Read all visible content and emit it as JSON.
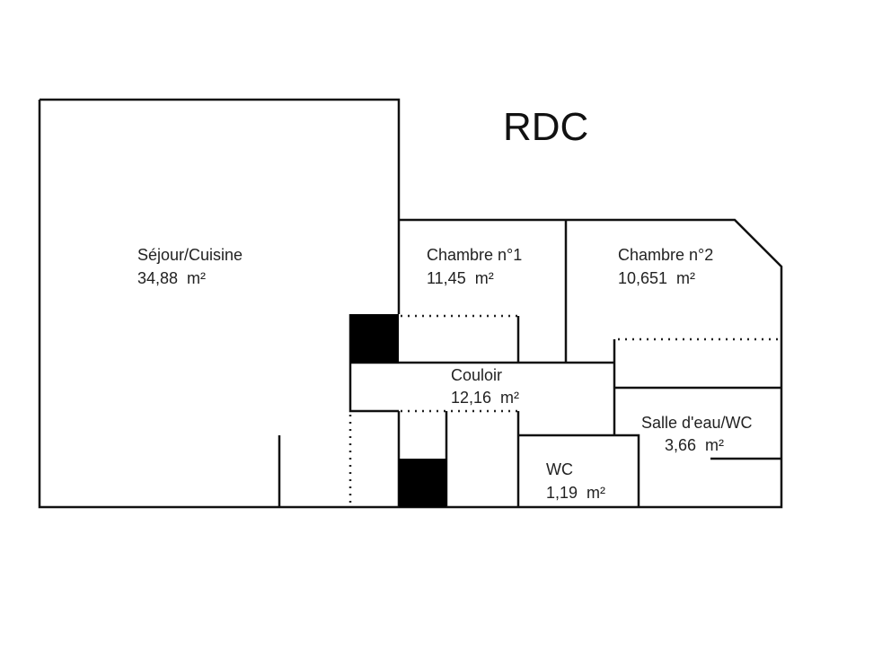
{
  "title": "RDC",
  "rooms": [
    {
      "name": "Séjour/Cuisine",
      "area": "34,88  m²"
    },
    {
      "name": "Chambre n°1",
      "area": "11,45  m²"
    },
    {
      "name": "Chambre n°2",
      "area": "10,651  m²"
    },
    {
      "name": "Couloir",
      "area": "12,16  m²"
    },
    {
      "name": "Salle d'eau/WC",
      "area": "3,66  m²"
    },
    {
      "name": "WC",
      "area": "1,19  m²"
    }
  ]
}
